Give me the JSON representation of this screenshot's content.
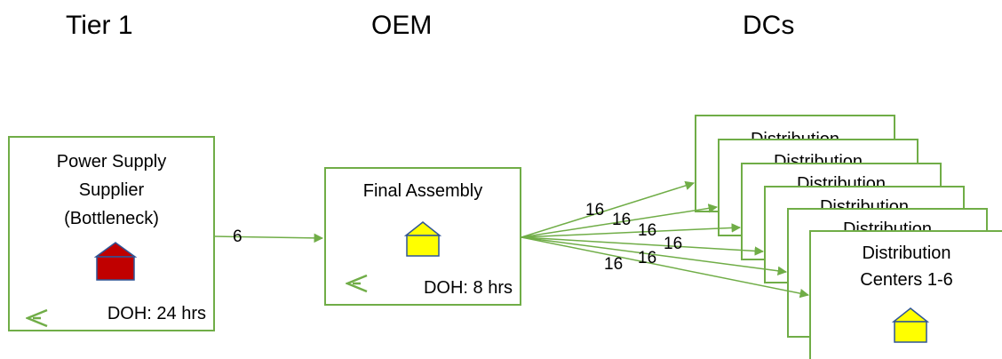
{
  "tiers": {
    "tier1": "Tier 1",
    "oem": "OEM",
    "dcs": "DCs"
  },
  "supplier": {
    "line1": "Power Supply",
    "line2": "Supplier",
    "line3": "(Bottleneck)",
    "doh": "DOH: 24 hrs",
    "house_color": "#c00000"
  },
  "assembly": {
    "title": "Final Assembly",
    "doh": "DOH: 8 hrs",
    "house_color": "#ffff00"
  },
  "link_supplier_assembly": "6",
  "fan_labels": [
    "16",
    "16",
    "16",
    "16",
    "16",
    "16"
  ],
  "dc_stack": {
    "back_title": "Distribution",
    "front_line1": "Distribution",
    "front_line2": "Centers 1-6",
    "house_color": "#ffff00"
  },
  "colors": {
    "border": "#70ad47",
    "arrow": "#70ad47",
    "house_outline": "#2f5597"
  },
  "icons": [
    "house-icon",
    "inventory-triangle-icon"
  ]
}
